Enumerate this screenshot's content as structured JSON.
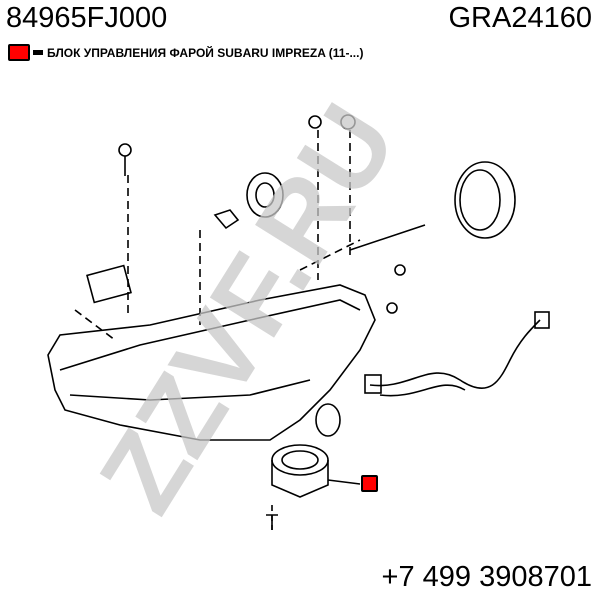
{
  "header": {
    "part_number": "84965FJ000",
    "reference_number": "GRA24160"
  },
  "legend": {
    "label": "БЛОК УПРАВЛЕНИЯ ФАРОЙ SUBARU IMPREZA (11-...)",
    "color": "#ff0000"
  },
  "watermark": "ZZVF.RU",
  "footer": {
    "phone": "+7 499 3908701"
  }
}
